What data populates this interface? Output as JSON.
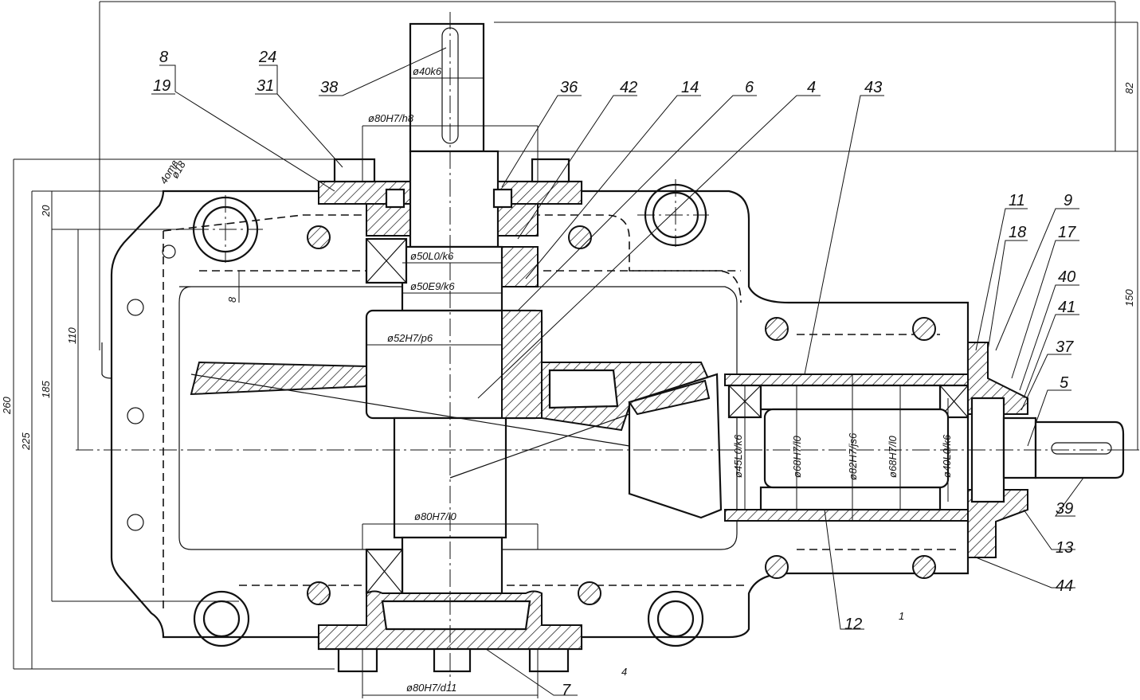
{
  "drawing": {
    "part_labels": [
      "8",
      "19",
      "24",
      "31",
      "38",
      "36",
      "42",
      "14",
      "6",
      "4",
      "43",
      "11",
      "18",
      "9",
      "17",
      "40",
      "41",
      "37",
      "5",
      "39",
      "13",
      "44",
      "12",
      "7",
      "1",
      "4"
    ],
    "fit_dimensions": {
      "d40k6": "ø40k6",
      "d80h7h8": "ø80H7/h8",
      "d18": "ø18",
      "holes": "4отв",
      "d50l0k6": "ø50L0/k6",
      "d50e9k6": "ø50E9/k6",
      "d52h7p6": "ø52H7/p6",
      "d80h7l0": "ø80H7/l0",
      "d80h7d11": "ø80H7/d11",
      "d45l0k6": "ø45L0/k6",
      "d68h7l0a": "ø68H7/l0",
      "d82h7js6": "ø82H7/js6",
      "d68h7l0b": "ø68H7/l0",
      "d40l0k6": "ø40L0/k6"
    },
    "linear_dimensions": {
      "d20": "20",
      "d8": "8",
      "d110": "110",
      "d185": "185",
      "d225": "225",
      "d260": "260",
      "d82": "82",
      "d150": "150"
    }
  }
}
